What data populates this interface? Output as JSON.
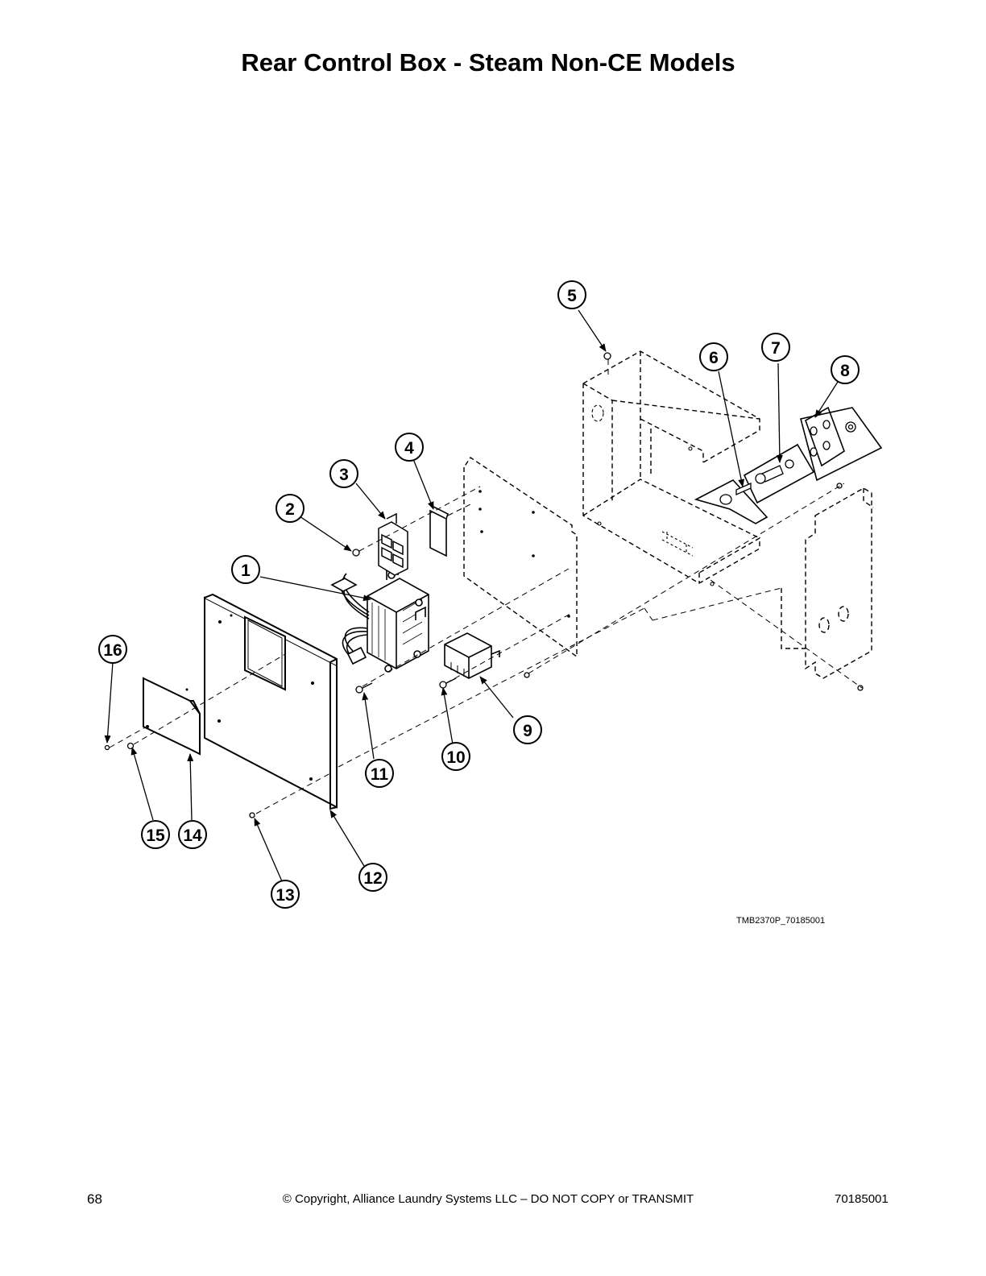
{
  "title": "Rear Control Box - Steam Non-CE Models",
  "callouts": [
    "1",
    "2",
    "3",
    "4",
    "5",
    "6",
    "7",
    "8",
    "9",
    "10",
    "11",
    "12",
    "13",
    "14",
    "15",
    "16"
  ],
  "drawing_id": "TMB2370P_70185001",
  "footer": {
    "page_number": "68",
    "copyright": "© Copyright, Alliance Laundry Systems LLC – DO NOT COPY or TRANSMIT",
    "doc_number": "70185001"
  }
}
